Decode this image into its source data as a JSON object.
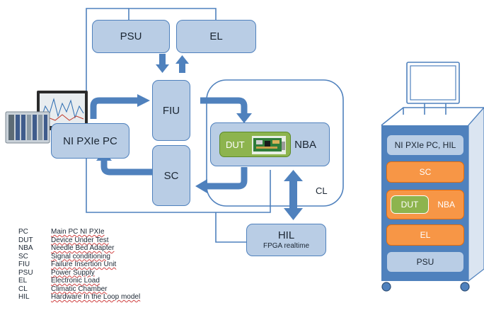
{
  "nodes": {
    "psu": "PSU",
    "el": "EL",
    "fiu": "FIU",
    "sc": "SC",
    "pc": "NI PXIe PC",
    "dut": "DUT",
    "nba": "NBA",
    "cl": "CL",
    "hil": "HIL",
    "hil_sub": "FPGA realtime"
  },
  "legend": [
    {
      "abbr": "PC",
      "desc": "Main PC NI PXIe"
    },
    {
      "abbr": "DUT",
      "desc": "Device Under Test"
    },
    {
      "abbr": "NBA",
      "desc": "Needle Bed Adapter"
    },
    {
      "abbr": "SC",
      "desc": "Signal conditioning"
    },
    {
      "abbr": "FIU",
      "desc": "Failure Insertion Unit"
    },
    {
      "abbr": "PSU",
      "desc": "Power Supply"
    },
    {
      "abbr": "EL",
      "desc": "Electronic Load"
    },
    {
      "abbr": "CL",
      "desc": "Climatic Chamber"
    },
    {
      "abbr": "HIL",
      "desc": "Hardware In the Loop model"
    }
  ],
  "rack": {
    "pc": "NI PXIe PC, HIL",
    "sc": "SC",
    "dut": "DUT",
    "nba": "NBA",
    "el": "EL",
    "psu": "PSU"
  },
  "colors": {
    "node_fill": "#b9cde5",
    "node_border": "#4f81bd",
    "arrow": "#4f81bd",
    "dut_green": "#8db44e",
    "rack_orange": "#f79646",
    "rack_body": "#4f81bd"
  }
}
